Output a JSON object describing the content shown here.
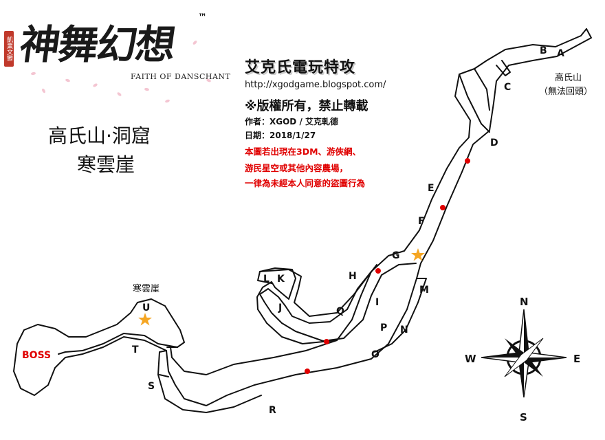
{
  "logo": {
    "title": "神舞幻想",
    "subtitle": "FAITH OF DANSCHANT",
    "tm": "™",
    "seal": "凱業文鬱"
  },
  "area": {
    "title": "高氏山·洞窟",
    "subtitle": "寒雲崖"
  },
  "credit": {
    "title": "艾克氏電玩特攻",
    "url": "http://xgodgame.blogspot.com/",
    "copyright": "※版權所有，禁止轉載",
    "author": "作者：XGOD / 艾克軋德",
    "date": "日期：2018/1/27",
    "warning_lines": [
      "本圖若出現在3DM、游俠網、",
      "游民星空或其他內容農場，",
      "一律為未經本人同意的盜圖行為"
    ]
  },
  "map": {
    "point_labels": [
      "A",
      "B",
      "C",
      "D",
      "E",
      "F",
      "G",
      "H",
      "I",
      "M",
      "N",
      "P",
      "O",
      "Q",
      "L",
      "K",
      "J",
      "R",
      "S",
      "T",
      "U"
    ],
    "boss_label": "BOSS",
    "boss_color": "#e00000",
    "place_exit": "高氏山",
    "place_exit_note": "（無法回頭）",
    "place_cliff": "寒雲崖",
    "red_dot_color": "#e00000",
    "star_color": "#f5a623"
  },
  "compass": {
    "north": "N",
    "south": "S",
    "east": "E",
    "west": "W"
  }
}
